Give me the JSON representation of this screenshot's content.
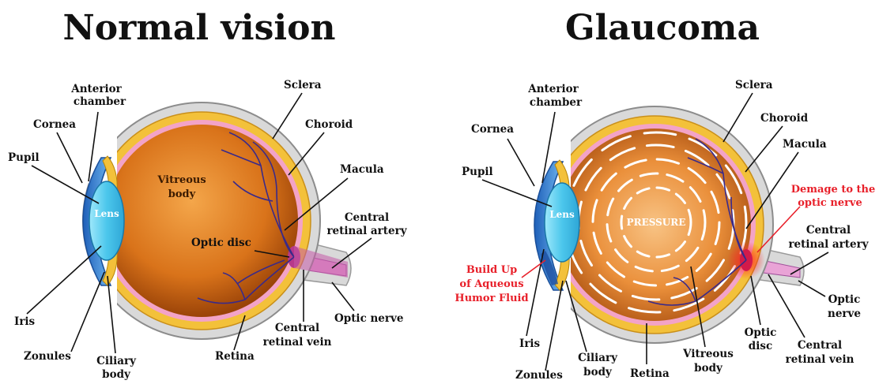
{
  "normal": {
    "title": "Normal vision",
    "labels": {
      "anterior_chamber_1": "Anterior",
      "anterior_chamber_2": "chamber",
      "sclera": "Sclera",
      "cornea": "Cornea",
      "choroid": "Choroid",
      "pupil": "Pupil",
      "macula": "Macula",
      "vitreous_1": "Vitreous",
      "vitreous_2": "body",
      "lens": "Lens",
      "central_artery_1": "Central",
      "central_artery_2": "retinal artery",
      "optic_disc": "Optic disc",
      "iris": "Iris",
      "optic_nerve": "Optic nerve",
      "central_vein_1": "Central",
      "central_vein_2": "retinal vein",
      "zonules": "Zonules",
      "ciliary_1": "Ciliary",
      "ciliary_2": "body",
      "retina": "Retina"
    }
  },
  "glaucoma": {
    "title": "Glaucoma",
    "labels": {
      "anterior_chamber_1": "Anterior",
      "anterior_chamber_2": "chamber",
      "sclera": "Sclera",
      "choroid": "Choroid",
      "cornea": "Cornea",
      "macula": "Macula",
      "pupil": "Pupil",
      "damage_1": "Demage to the",
      "damage_2": "optic nerve",
      "lens": "Lens",
      "pressure": "PRESSURE",
      "central_artery_1": "Central",
      "central_artery_2": "retinal artery",
      "buildup_1": "Build Up",
      "buildup_2": "of Aqueous",
      "buildup_3": "Humor Fluid",
      "optic_nerve_1": "Optic",
      "optic_nerve_2": "nerve",
      "iris": "Iris",
      "optic_disc_1": "Optic",
      "optic_disc_2": "disc",
      "central_vein_1": "Central",
      "central_vein_2": "retinal vein",
      "ciliary_1": "Ciliary",
      "ciliary_2": "body",
      "vitreous_1": "Vitreous",
      "vitreous_2": "body",
      "zonules": "Zonules",
      "retina": "Retina"
    }
  },
  "colors": {
    "sclera": "#d9d9d9",
    "choroid": "#f3c13a",
    "retina": "#f3a3c7",
    "vitreous": "#d9731a",
    "vessel": "#3a2a8a",
    "lens": "#5fd2f0",
    "cornea": "#2a7fd9",
    "alert": "#e8202a"
  }
}
